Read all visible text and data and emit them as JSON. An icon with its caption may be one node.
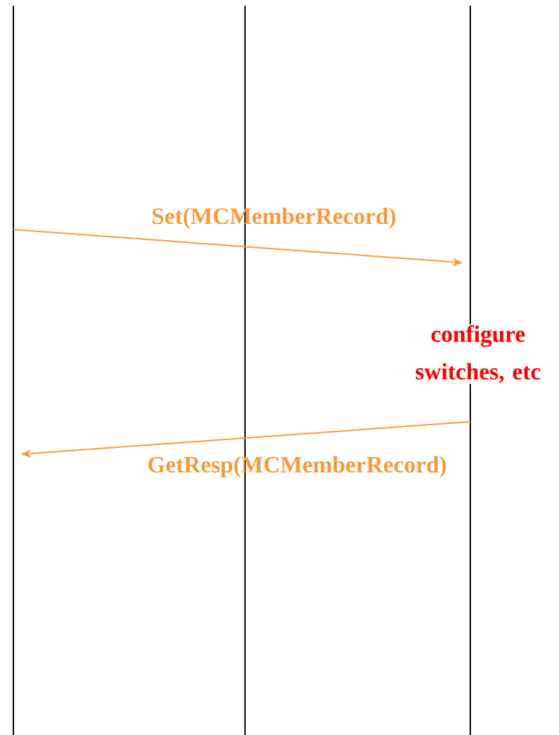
{
  "diagram": {
    "nodes": [
      {
        "text": [],
        "shape": "line"
      },
      {
        "text": [],
        "shape": "line"
      },
      {
        "text": [],
        "shape": "line"
      }
    ],
    "edges": [
      {
        "from": 0,
        "to": 2,
        "arrow": "to",
        "label": "Set(MCMemberRecord)",
        "color": "#f79b3a"
      },
      {
        "from": 2,
        "to": 0,
        "arrow": "to",
        "label": "GetResp(MCMemberRecord)",
        "color": "#f79b3a"
      }
    ],
    "labels": [
      "configure switches, etc"
    ]
  }
}
